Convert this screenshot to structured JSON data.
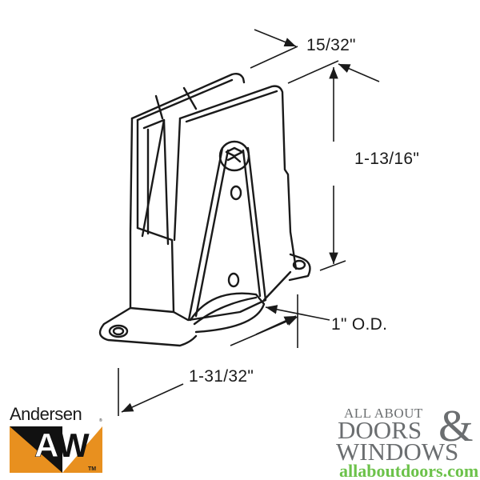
{
  "diagram": {
    "subject": "Sliding door roller assembly (line drawing)",
    "dimensions": {
      "width": "15/32\"",
      "height": "1-13/16\"",
      "wheel_diameter": "1\" O.D.",
      "length": "1-31/32\""
    },
    "line_color": "#1a1a1a",
    "background": "#ffffff"
  },
  "logos": {
    "andersen": {
      "wordmark": "Andersen",
      "registered": "®",
      "mark": "AW",
      "trademark": "TM",
      "colors": {
        "orange": "#e8901f",
        "black": "#111111",
        "white": "#ffffff"
      }
    },
    "all_about_doors": {
      "line1": "ALL ABOUT",
      "line2": "DOORS",
      "ampersand": "&",
      "line3": "WINDOWS",
      "url": "allaboutdoors.com",
      "colors": {
        "text": "#6b6e70",
        "url": "#6cc24a"
      }
    }
  }
}
